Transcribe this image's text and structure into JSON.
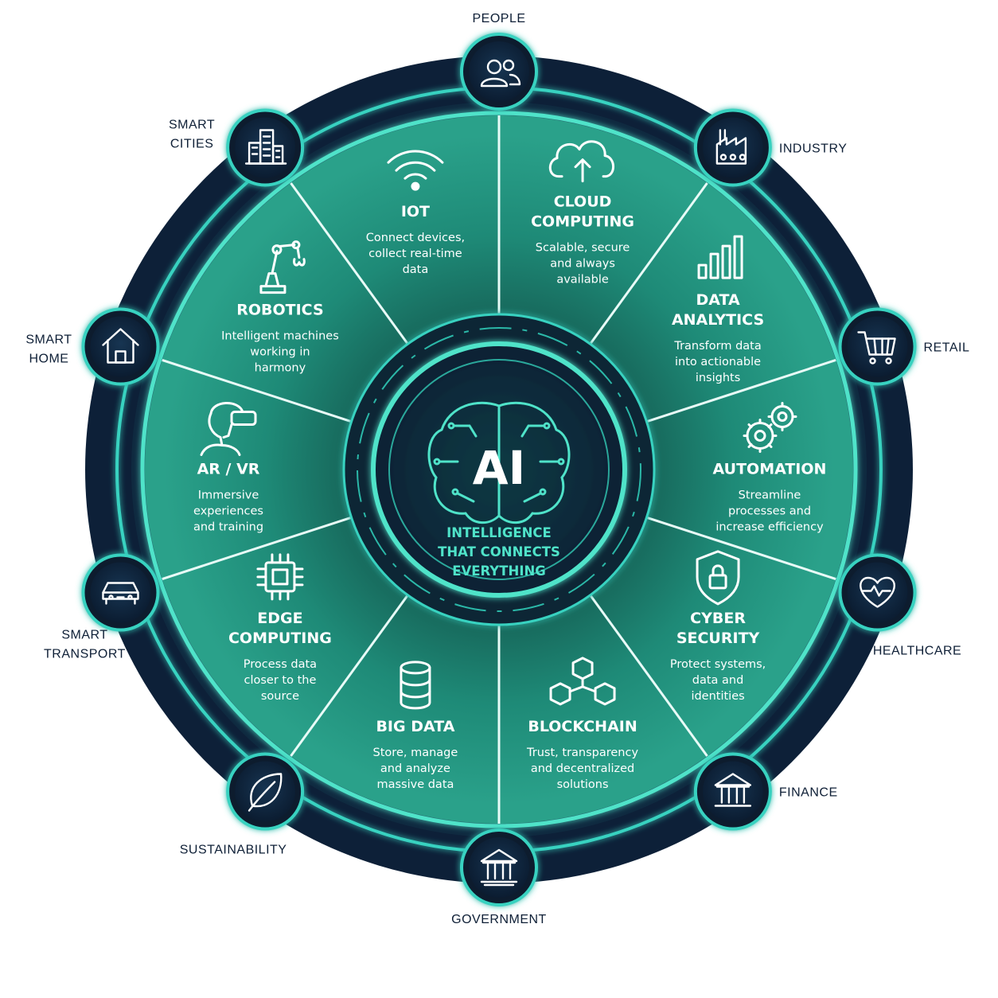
{
  "center": {
    "title": "AI",
    "tagline": [
      "INTELLIGENCE",
      "THAT CONNECTS",
      "EVERYTHING"
    ]
  },
  "segments": [
    {
      "id": "iot",
      "icon": "wifi-icon",
      "title": [
        "IOT"
      ],
      "desc": [
        "Connect devices,",
        "collect real-time",
        "data"
      ]
    },
    {
      "id": "cloud-computing",
      "icon": "cloud-upload-icon",
      "title": [
        "CLOUD",
        "COMPUTING"
      ],
      "desc": [
        "Scalable, secure",
        "and always",
        "available"
      ]
    },
    {
      "id": "data-analytics",
      "icon": "bar-chart-icon",
      "title": [
        "DATA",
        "ANALYTICS"
      ],
      "desc": [
        "Transform data",
        "into actionable",
        "insights"
      ]
    },
    {
      "id": "automation",
      "icon": "gears-icon",
      "title": [
        "AUTOMATION"
      ],
      "desc": [
        "Streamline",
        "processes and",
        "increase efficiency"
      ]
    },
    {
      "id": "cyber-security",
      "icon": "shield-lock-icon",
      "title": [
        "CYBER",
        "SECURITY"
      ],
      "desc": [
        "Protect systems,",
        "data and",
        "identities"
      ]
    },
    {
      "id": "blockchain",
      "icon": "blocks-icon",
      "title": [
        "BLOCKCHAIN"
      ],
      "desc": [
        "Trust, transparency",
        "and decentralized",
        "solutions"
      ]
    },
    {
      "id": "big-data",
      "icon": "database-icon",
      "title": [
        "BIG DATA"
      ],
      "desc": [
        "Store, manage",
        "and analyze",
        "massive data"
      ]
    },
    {
      "id": "edge-computing",
      "icon": "chip-icon",
      "title": [
        "EDGE",
        "COMPUTING"
      ],
      "desc": [
        "Process data",
        "closer to the",
        "source"
      ]
    },
    {
      "id": "ar-vr",
      "icon": "vr-headset-icon",
      "title": [
        "AR / VR"
      ],
      "desc": [
        "Immersive",
        "experiences",
        "and training"
      ]
    },
    {
      "id": "robotics",
      "icon": "robot-arm-icon",
      "title": [
        "ROBOTICS"
      ],
      "desc": [
        "Intelligent machines",
        "working in",
        "harmony"
      ]
    }
  ],
  "outer_nodes": [
    {
      "id": "people",
      "icon": "people-icon",
      "label": [
        "PEOPLE"
      ]
    },
    {
      "id": "industry",
      "icon": "factory-icon",
      "label": [
        "INDUSTRY"
      ]
    },
    {
      "id": "retail",
      "icon": "cart-icon",
      "label": [
        "RETAIL"
      ]
    },
    {
      "id": "healthcare",
      "icon": "heart-pulse-icon",
      "label": [
        "HEALTHCARE"
      ]
    },
    {
      "id": "finance",
      "icon": "bank-icon",
      "label": [
        "FINANCE"
      ]
    },
    {
      "id": "government",
      "icon": "government-icon",
      "label": [
        "GOVERNMENT"
      ]
    },
    {
      "id": "sustainability",
      "icon": "leaf-icon",
      "label": [
        "SUSTAINABILITY"
      ]
    },
    {
      "id": "smart-transport",
      "icon": "car-icon",
      "label": [
        "SMART",
        "TRANSPORT"
      ]
    },
    {
      "id": "smart-home",
      "icon": "home-icon",
      "label": [
        "SMART",
        "HOME"
      ]
    },
    {
      "id": "smart-cities",
      "icon": "city-icon",
      "label": [
        "SMART",
        "CITIES"
      ]
    }
  ],
  "colors": {
    "dark_navy": "#0d2038",
    "teal_segment": "#1f8a78",
    "accent_cyan": "#4fe3c9",
    "ring_glow": "#39d2c0"
  }
}
